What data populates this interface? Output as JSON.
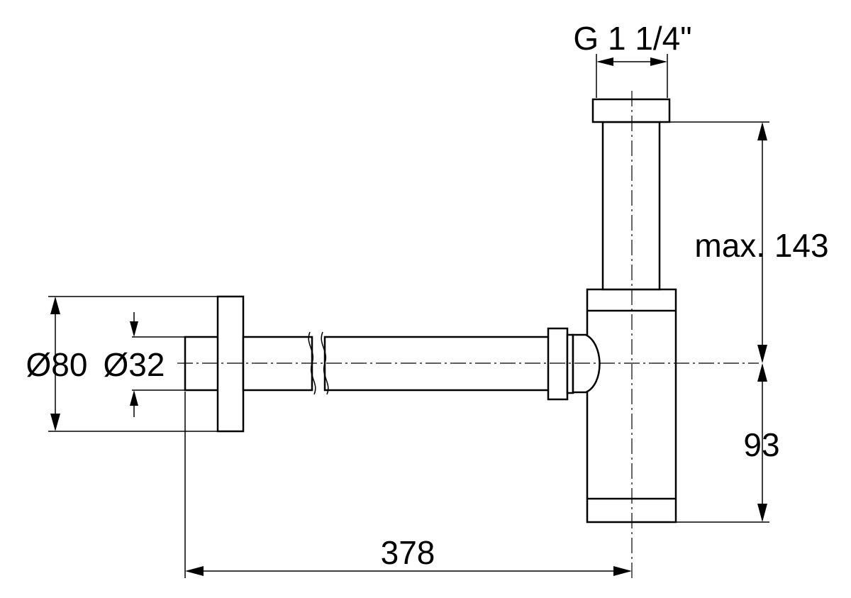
{
  "dimensions": {
    "thread": "G 1 1/4\"",
    "height_max": "max. 143",
    "depth": "93",
    "length": "378",
    "rosette_diameter": "Ø80",
    "pipe_diameter": "Ø32"
  }
}
